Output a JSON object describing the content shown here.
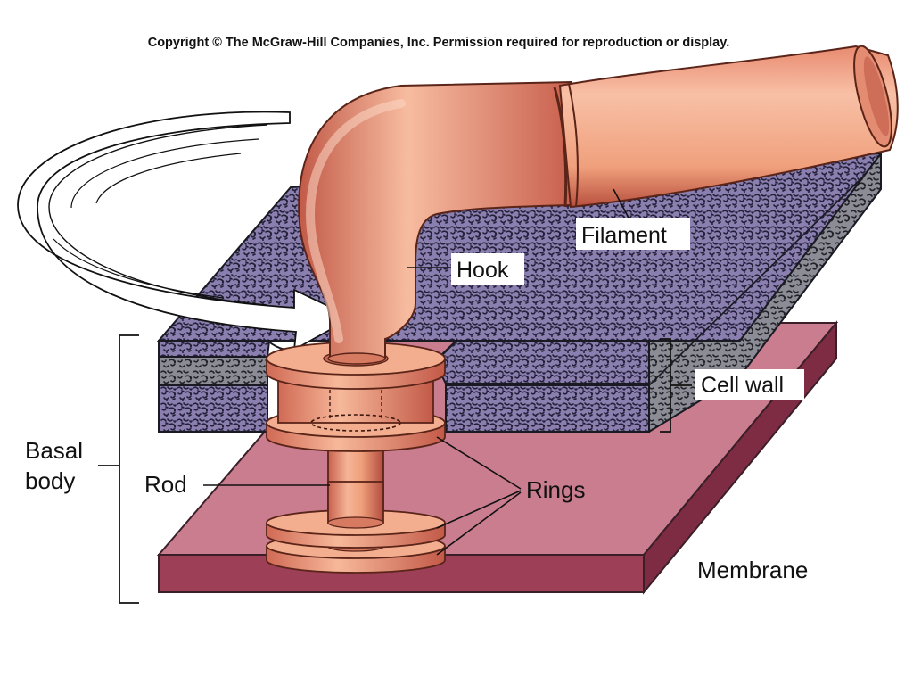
{
  "copyright": "Copyright © The McGraw-Hill Companies, Inc. Permission required for reproduction or display.",
  "labels": {
    "filament": "Filament",
    "hook": "Hook",
    "cell_wall": "Cell wall",
    "basal_line1": "Basal",
    "basal_line2": "body",
    "rod": "Rod",
    "rings": "Rings",
    "membrane": "Membrane"
  },
  "colors": {
    "membrane_top": "#c9788a",
    "membrane_side": "#9e3f58",
    "wall_speckle": "#7b6fa0",
    "wall_dark": "#2e2a44",
    "flagellum": "#f0a07c",
    "flagellum_shadow": "#c25a48",
    "ring": "#f2a88a"
  }
}
